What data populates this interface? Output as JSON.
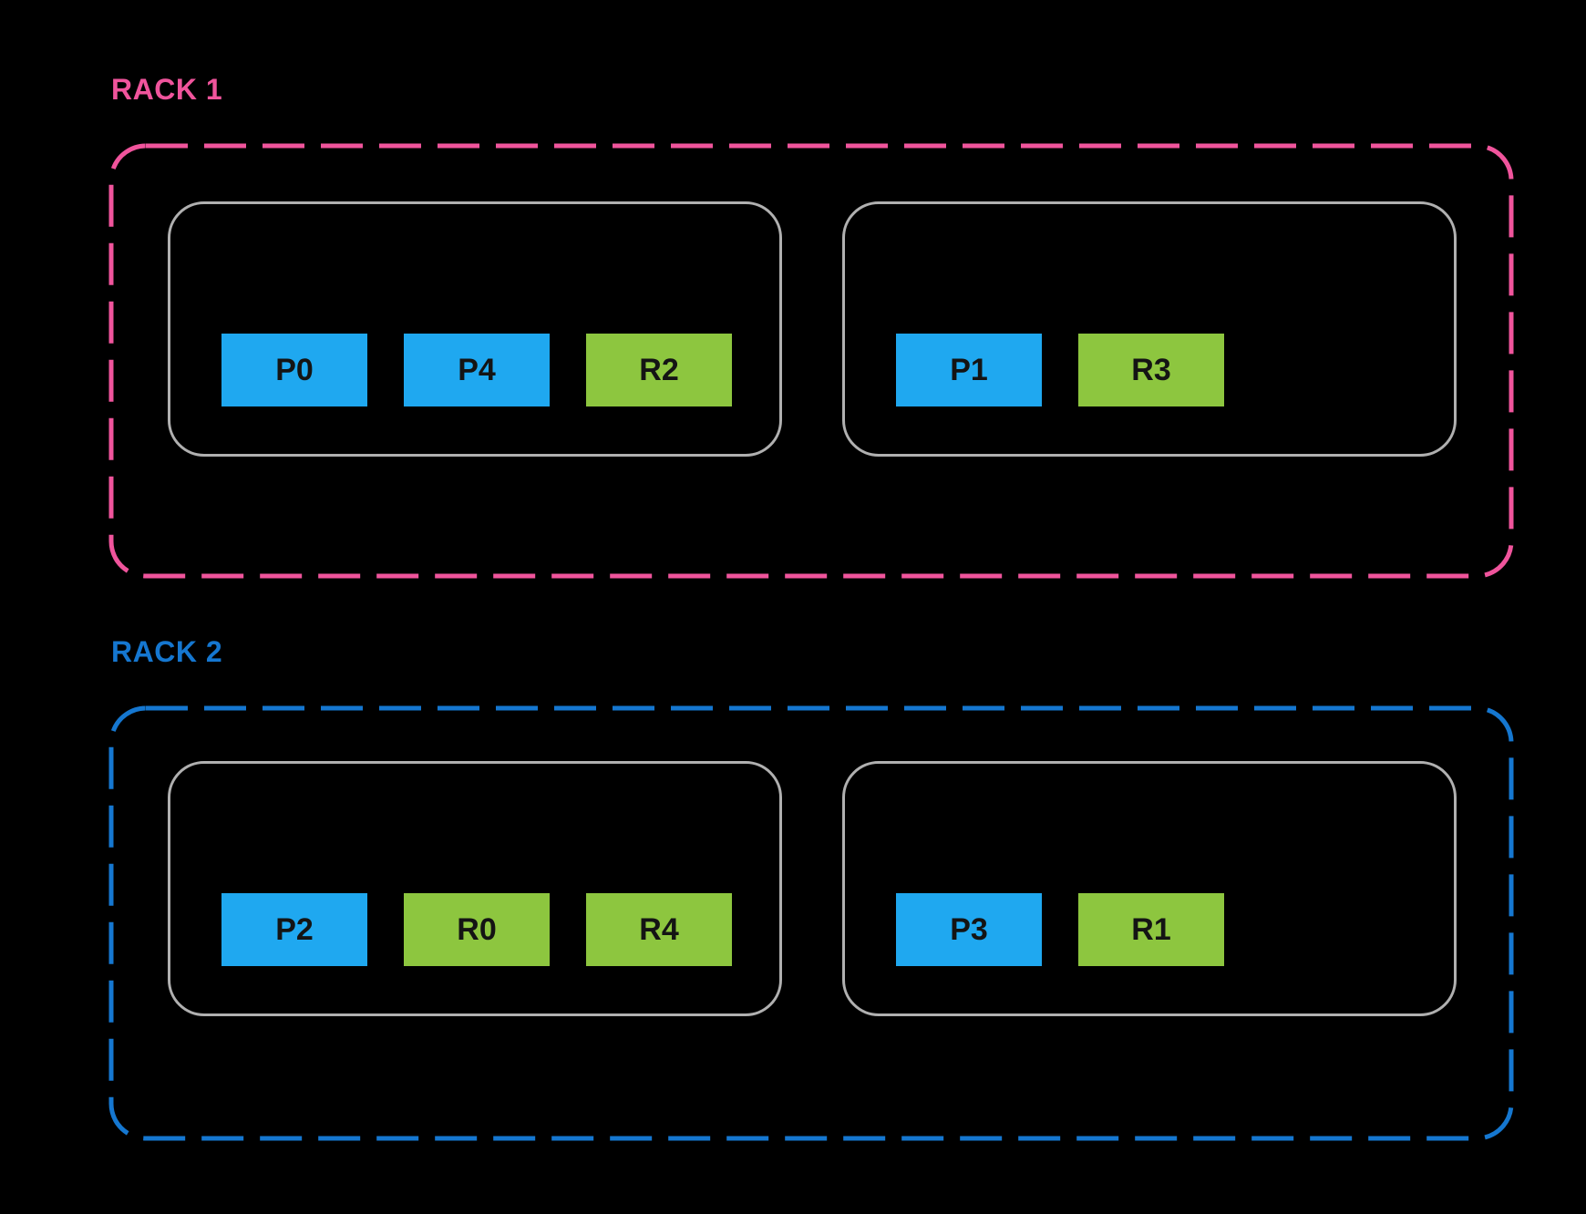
{
  "diagram": {
    "colors": {
      "background": "#000000",
      "rack1_accent": "#F0549C",
      "rack2_accent": "#1577D0",
      "node_border": "#B0B0B0",
      "primary_block_fill": "#1FA8F0",
      "replica_block_fill": "#8DC63F",
      "block_text": "#141414"
    },
    "racks": [
      {
        "label": "RACK 1",
        "accent": "#F0549C",
        "nodes": [
          {
            "blocks": [
              {
                "label": "P0",
                "fill": "#1FA8F0"
              },
              {
                "label": "P4",
                "fill": "#1FA8F0"
              },
              {
                "label": "R2",
                "fill": "#8DC63F"
              }
            ]
          },
          {
            "blocks": [
              {
                "label": "P1",
                "fill": "#1FA8F0"
              },
              {
                "label": "R3",
                "fill": "#8DC63F"
              }
            ]
          }
        ]
      },
      {
        "label": "RACK 2",
        "accent": "#1577D0",
        "nodes": [
          {
            "blocks": [
              {
                "label": "P2",
                "fill": "#1FA8F0"
              },
              {
                "label": "R0",
                "fill": "#8DC63F"
              },
              {
                "label": "R4",
                "fill": "#8DC63F"
              }
            ]
          },
          {
            "blocks": [
              {
                "label": "P3",
                "fill": "#1FA8F0"
              },
              {
                "label": "R1",
                "fill": "#8DC63F"
              }
            ]
          }
        ]
      }
    ]
  }
}
